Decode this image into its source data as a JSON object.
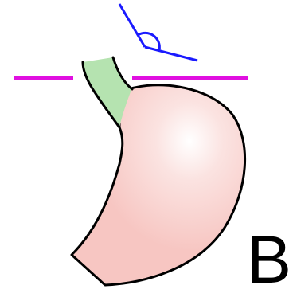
{
  "figure": {
    "panel_label": "B"
  },
  "colors": {
    "stomach_fill": "#f7c6c2",
    "stomach_highlight": "#ffffff",
    "esophagus_fill": "#b5e3b0",
    "diaphragm_line": "#e010e0",
    "angle_marker": "#1a1aff",
    "outline": "#000000"
  },
  "parts": [
    {
      "name": "stomach"
    },
    {
      "name": "abdominal-esophagus-segment"
    },
    {
      "name": "diaphragm-line"
    },
    {
      "name": "angle-of-his-marker"
    }
  ]
}
